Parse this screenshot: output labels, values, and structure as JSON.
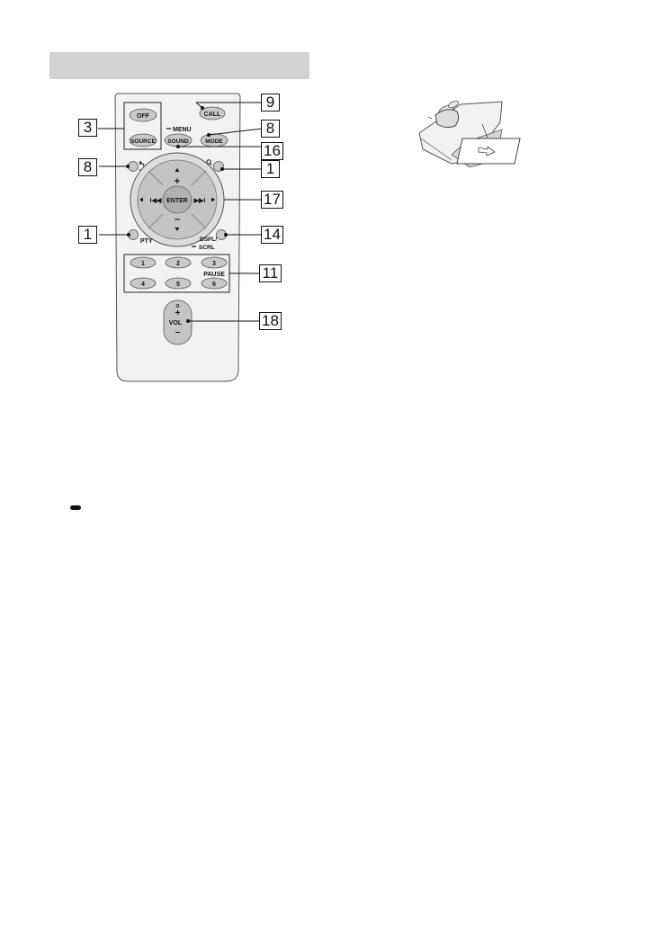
{
  "remote": {
    "buttons": {
      "off": "OFF",
      "source": "SOURCE",
      "call": "CALL",
      "menu": "MENU",
      "sound": "SOUND",
      "mode": "MODE",
      "plus": "+",
      "enter": "ENTER",
      "minus": "–",
      "prev": "I◀◀",
      "next": "▶▶I",
      "pty": "PTY",
      "dspl": "DSPL/",
      "scrl": "SCRL",
      "pause": "PAUSE",
      "num1": "1",
      "num2": "2",
      "num3": "3",
      "num4": "4",
      "num5": "5",
      "num6": "6",
      "vol": "VOL",
      "vol_plus": "+",
      "vol_minus": "–"
    }
  },
  "callouts": {
    "c3": "3",
    "c9": "9",
    "c8_mode": "8",
    "c16": "16",
    "c8_back": "8",
    "c1_search": "1",
    "c17": "17",
    "c1_pty": "1",
    "c14": "14",
    "c11": "11",
    "c18": "18"
  }
}
